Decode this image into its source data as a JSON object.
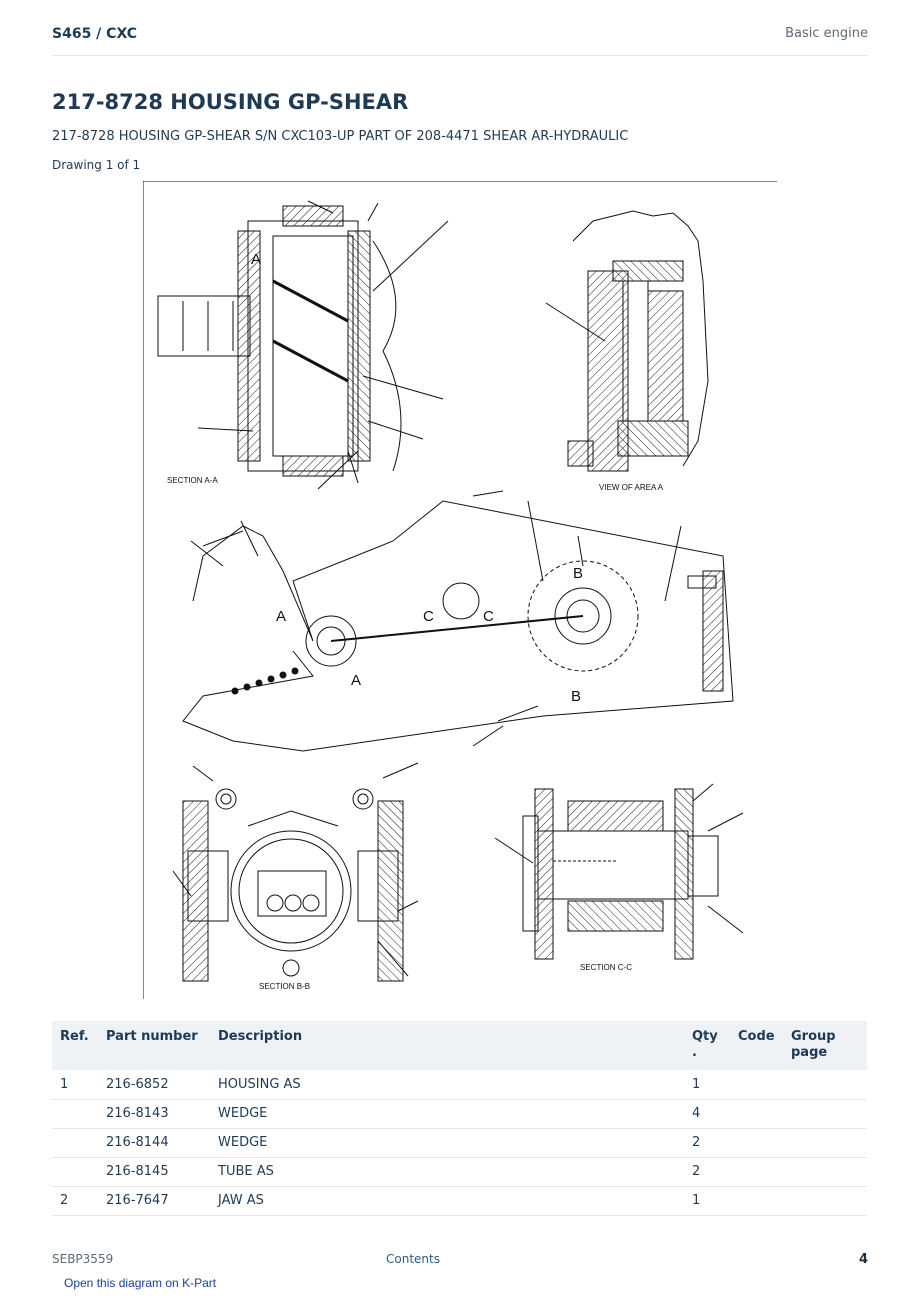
{
  "header": {
    "model": "S465  /  CXC",
    "section": "Basic engine"
  },
  "title": "217-8728 HOUSING GP-SHEAR",
  "subtitle": "217-8728 HOUSING GP-SHEAR S/N CXC103-UP PART OF 208-4471 SHEAR AR-HYDRAULIC",
  "drawing_label": "Drawing 1 of 1",
  "drawing": {
    "section_aa": "SECTION A-A",
    "view_area_a": "VIEW OF AREA A",
    "section_bb": "SECTION B-B",
    "section_cc": "SECTION C-C",
    "marker_a": "A",
    "marker_b": "B",
    "marker_c": "C"
  },
  "table": {
    "headers": {
      "ref": "Ref.",
      "part": "Part number",
      "desc": "Description",
      "qty": "Qty\n.",
      "code": "Code",
      "group": "Group page"
    },
    "rows": [
      {
        "ref": "1",
        "part": "216-6852",
        "desc": "HOUSING AS",
        "qty": "1",
        "code": "",
        "group": ""
      },
      {
        "ref": "",
        "part": "216-8143",
        "desc": "WEDGE",
        "qty": "4",
        "code": "",
        "group": ""
      },
      {
        "ref": "",
        "part": "216-8144",
        "desc": "WEDGE",
        "qty": "2",
        "code": "",
        "group": ""
      },
      {
        "ref": "",
        "part": "216-8145",
        "desc": "TUBE AS",
        "qty": "2",
        "code": "",
        "group": ""
      },
      {
        "ref": "2",
        "part": "216-7647",
        "desc": "JAW AS",
        "qty": "1",
        "code": "",
        "group": ""
      }
    ]
  },
  "footer": {
    "doc_id": "SEBP3559",
    "contents": "Contents",
    "page": "4",
    "kpart_link": "Open this diagram on K-Part"
  }
}
